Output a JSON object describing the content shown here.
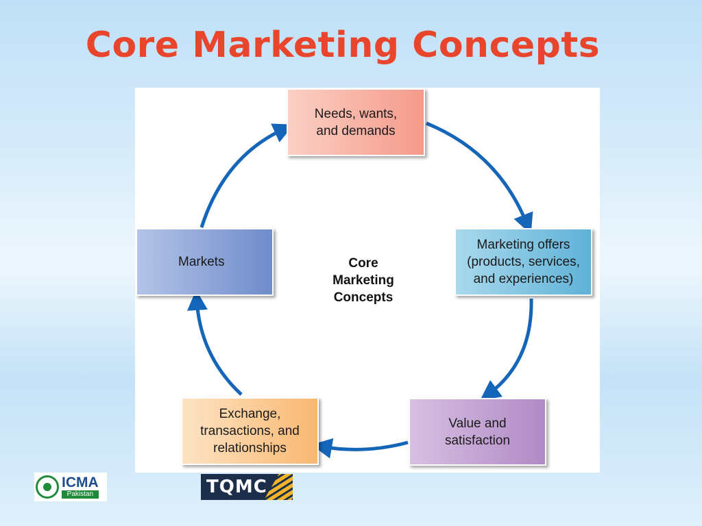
{
  "slide": {
    "title": "Core Marketing Concepts"
  },
  "diagram": {
    "center_label": "Core\nMarketing\nConcepts",
    "nodes": [
      {
        "id": "needs",
        "label": "Needs, wants,\nand demands",
        "color": "#f59a8a"
      },
      {
        "id": "offers",
        "label": "Marketing offers\n(products, services,\nand experiences)",
        "color": "#5fb2d8"
      },
      {
        "id": "value",
        "label": "Value and\nsatisfaction",
        "color": "#b08ac6"
      },
      {
        "id": "exchange",
        "label": "Exchange,\ntransactions, and\nrelationships",
        "color": "#f9b872"
      },
      {
        "id": "markets",
        "label": "Markets",
        "color": "#6f8ccb"
      }
    ],
    "edges": [
      {
        "from": "needs",
        "to": "offers"
      },
      {
        "from": "offers",
        "to": "value"
      },
      {
        "from": "value",
        "to": "exchange"
      },
      {
        "from": "exchange",
        "to": "markets"
      },
      {
        "from": "markets",
        "to": "needs"
      }
    ],
    "arrow_color": "#1565b8"
  },
  "logos": {
    "icma_name": "ICMA",
    "icma_country": "Pakistan",
    "tqmc_name": "TQMC"
  }
}
